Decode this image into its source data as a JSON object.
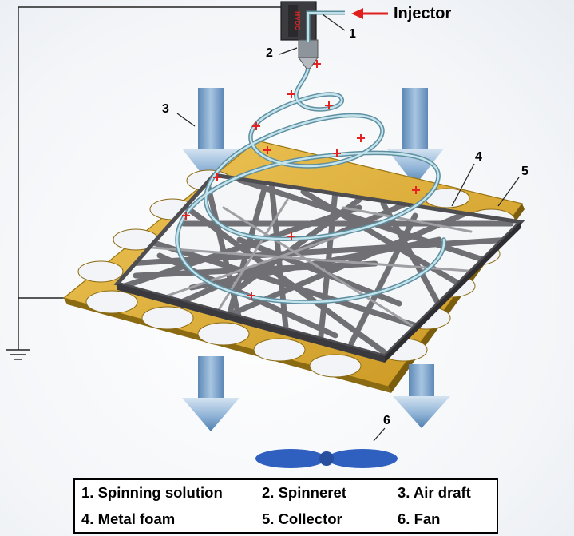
{
  "injector_label": "Injector",
  "callouts": [
    "1",
    "2",
    "3",
    "4",
    "5",
    "6"
  ],
  "power_label": "HVDC",
  "legend": [
    "1. Spinning solution",
    "2. Spinneret",
    "3. Air draft",
    "4. Metal foam",
    "5. Collector",
    "6. Fan"
  ],
  "colors": {
    "air_arrow": "#7ca4cc",
    "collector": "#e0b23a",
    "metal_foam": "#6d6d70",
    "fiber": "#9ecbd6",
    "charge": "#e52222",
    "fan": "#2f5fbf",
    "injector_arrow": "#e01e1e"
  }
}
